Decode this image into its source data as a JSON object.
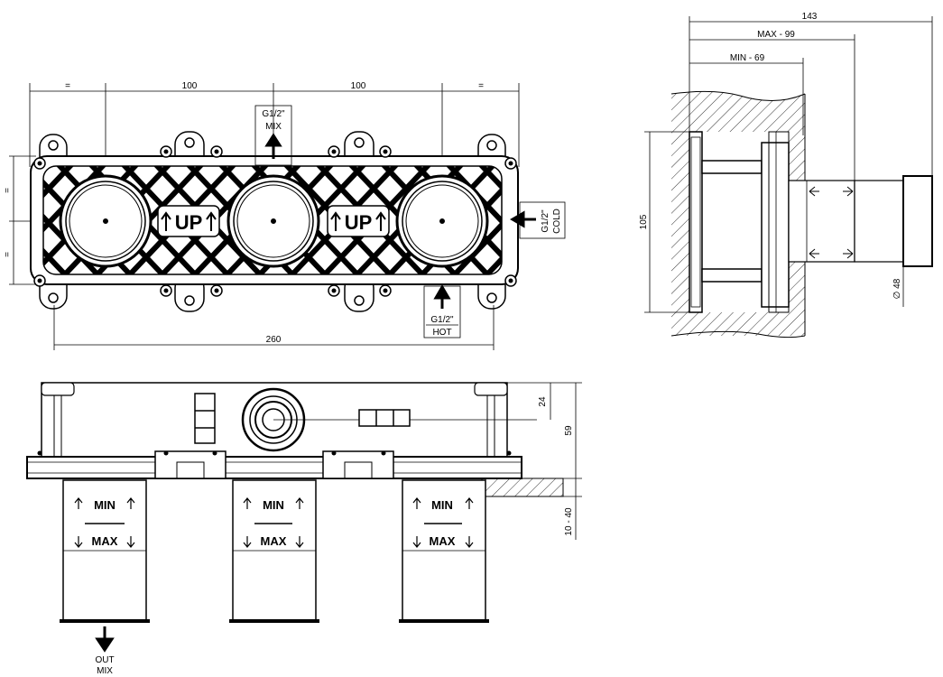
{
  "front_view": {
    "dims": {
      "left_eq": "=",
      "mid_left": "100",
      "mid_right": "100",
      "right_eq": "=",
      "overall": "260",
      "side_eq_top": "=",
      "side_eq_bottom": "="
    },
    "mix_port": {
      "size": "G1/2\"",
      "name": "MIX"
    },
    "cold_port": {
      "size": "G1/2\"",
      "name": "COLD"
    },
    "hot_port": {
      "size": "G1/2\"",
      "name": "HOT"
    },
    "up_mark": "UP"
  },
  "side_view": {
    "dims": {
      "overall": "143",
      "max": "MAX - 99",
      "min": "MIN - 69",
      "height": "105",
      "diameter": "∅ 48"
    }
  },
  "bottom_view": {
    "dims": {
      "top": "24",
      "height": "59",
      "wall": "10 - 40"
    },
    "tube_min": "MIN",
    "tube_max": "MAX",
    "outlet": {
      "line1": "OUT",
      "line2": "MIX"
    }
  },
  "icons": [
    "arrow-up-icon",
    "arrow-down-icon",
    "arrow-left-icon",
    "screw-icon"
  ]
}
